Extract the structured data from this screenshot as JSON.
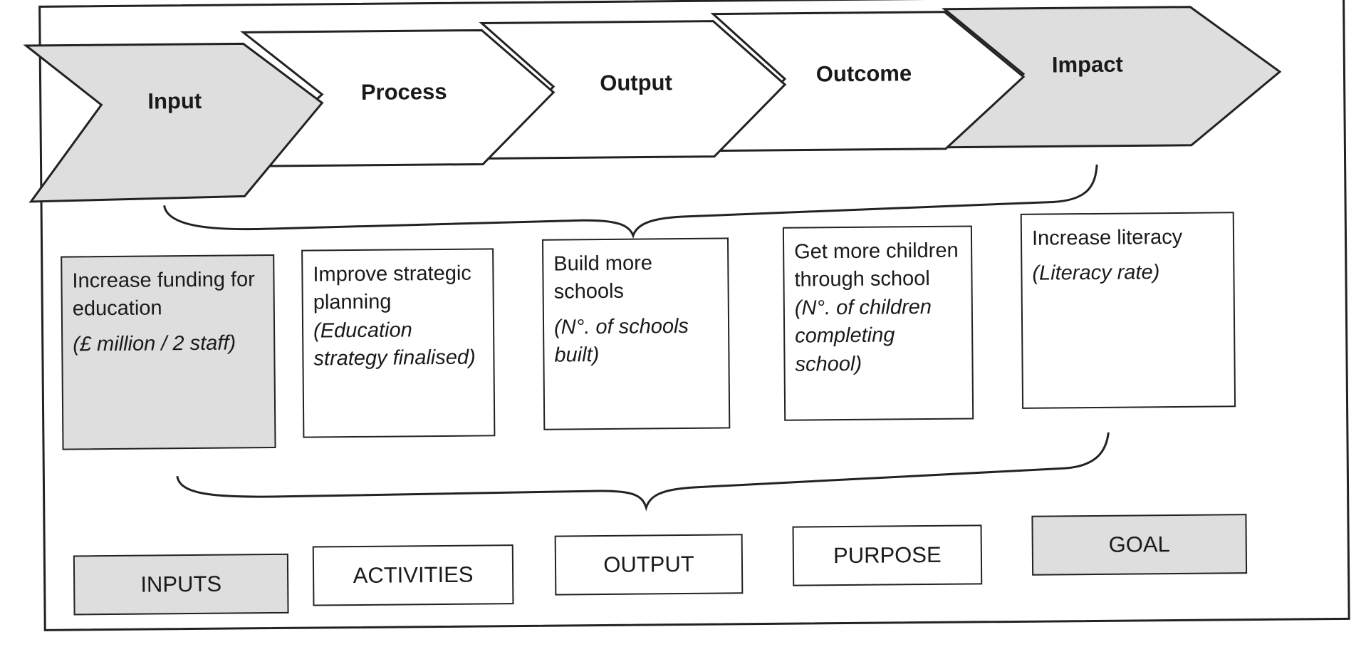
{
  "stages": [
    {
      "label": "Input",
      "shaded": true
    },
    {
      "label": "Process",
      "shaded": false
    },
    {
      "label": "Output",
      "shaded": false
    },
    {
      "label": "Outcome",
      "shaded": false
    },
    {
      "label": "Impact",
      "shaded": true
    }
  ],
  "boxes": [
    {
      "text": "Increase funding for education",
      "measure": "(£ million / 2 staff)",
      "shaded": true
    },
    {
      "text": "Improve strategic planning",
      "measure": "(Education strategy finalised)",
      "shaded": false
    },
    {
      "text": "Build more schools",
      "measure": "(N°. of schools built)",
      "shaded": false
    },
    {
      "text": "Get more children through school",
      "measure": "(N°. of children completing school)",
      "shaded": false
    },
    {
      "text": "Increase literacy",
      "measure": "(Literacy rate)",
      "shaded": false
    }
  ],
  "categories": [
    {
      "label": "INPUTS",
      "shaded": true
    },
    {
      "label": "ACTIVITIES",
      "shaded": false
    },
    {
      "label": "OUTPUT",
      "shaded": false
    },
    {
      "label": "PURPOSE",
      "shaded": false
    },
    {
      "label": "GOAL",
      "shaded": true
    }
  ],
  "colors": {
    "shade": "#dedede",
    "line": "#222222",
    "background": "#ffffff"
  }
}
